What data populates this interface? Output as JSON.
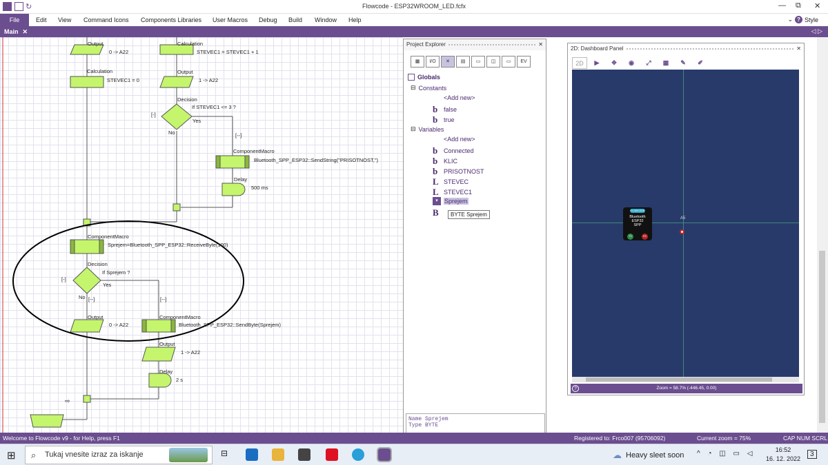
{
  "window": {
    "title": "Flowcode - ESP32WROOM_LED.fcfx"
  },
  "menu": {
    "file": "File",
    "items": [
      "Edit",
      "View",
      "Command Icons",
      "Components Libraries",
      "User Macros",
      "Debug",
      "Build",
      "Window",
      "Help"
    ],
    "style": "Style"
  },
  "tabs": {
    "main": "Main",
    "close": "✕",
    "nav": "◁ ▷"
  },
  "flow": {
    "output1_title": "Output",
    "output1_text": "0 -> A22",
    "calc1_title": "Calculation",
    "calc1_text": "STEVEC1 = 0",
    "calc2_title": "Calculation",
    "calc2_text": "STEVEC1 = STEVEC1 + 1",
    "output2_title": "Output",
    "output2_text": "1 -> A22",
    "dec1_title": "Decision",
    "dec1_text": "If STEVEC1 <= 3 ?",
    "dec1_collapse": "[-]",
    "dec1_yes": "Yes",
    "dec1_no": "No",
    "dec1_branch": "[--]",
    "cm1_title": "ComponentMacro",
    "cm1_text": "Bluetooth_SPP_ESP32::SendString(\"PRISOTNOST,\")",
    "delay1_title": "Delay",
    "delay1_text": "500 ms",
    "cm2_title": "ComponentMacro",
    "cm2_text": "Sprejem=Bluetooth_SPP_ESP32::ReceiveByte(100)",
    "dec2_title": "Decision",
    "dec2_text": "If Sprejem ?",
    "dec2_collapse": "[-]",
    "dec2_yes": "Yes",
    "dec2_no": "No",
    "dec2_branch_l": "[--]",
    "dec2_branch_r": "[--]",
    "output3_title": "Output",
    "output3_text": "0 -> A22",
    "cm3_title": "ComponentMacro",
    "cm3_text": "Bluetooth_SPP_ESP32::SendByte(Sprejem)",
    "output4_title": "Output",
    "output4_text": "1 -> A22",
    "delay2_title": "Delay",
    "delay2_text": "2 s",
    "arrow": "⇨"
  },
  "explorer": {
    "title": "Project Explorer",
    "tools": [
      "▦",
      "I/O",
      "✕",
      "▤",
      "▭",
      "◫",
      "▭",
      "EV"
    ],
    "globals": "Globals",
    "constants": "Constants",
    "add_new_1": "<Add new>",
    "const_false": "false",
    "const_true": "true",
    "variables": "Variables",
    "add_new_2": "<Add new>",
    "vars": [
      "Connected",
      "KLIC",
      "PRISOTNOST",
      "STEVEC",
      "STEVEC1",
      "Sprejem"
    ],
    "tooltip": "BYTE Sprejem",
    "info_name": "Name Sprejem",
    "info_type": "Type BYTE"
  },
  "dashboard": {
    "title": "2D: Dashboard Panel",
    "btn_2d": "2D",
    "component_badge": "FLOWCODE",
    "component_name": "Bluetooth",
    "component_sub": "ESP32",
    "component_sub2": "SPP",
    "pin_tx": "TX",
    "pin_rx": "RX",
    "pin_label": "A5",
    "zoom": "Zoom = 58.7% (-446.45, 0.00)"
  },
  "status": {
    "welcome": "Welcome to Flowcode v9 - for Help, press F1",
    "registered": "Registered to: Frco007 (95706092)",
    "zoom": "Current zoom = 75%",
    "keys": "CAP NUM SCRL"
  },
  "taskbar": {
    "search": "Tukaj vnesite izraz za iskanje",
    "weather": "Heavy sleet soon",
    "time": "16:52",
    "date": "16. 12. 2022",
    "notif": "3"
  },
  "colors": {
    "accent": "#6b4e8f",
    "flow_green": "#c4f56c",
    "dash_bg": "#283a6a"
  }
}
